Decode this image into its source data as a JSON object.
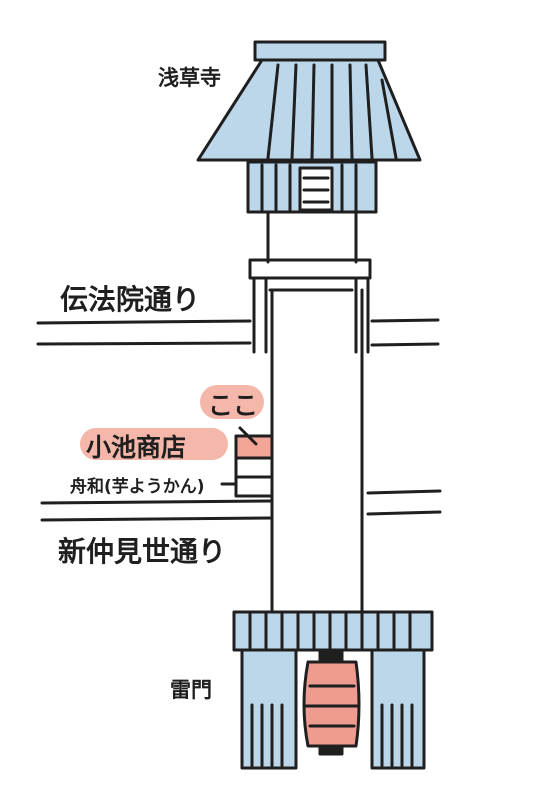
{
  "map": {
    "labels": {
      "temple": "浅草寺",
      "street_top": "伝法院通り",
      "here": "ここ",
      "shop": "小池商店",
      "neighbor_shop": "舟和(芋ようかん)",
      "street_bottom": "新仲見世通り",
      "gate": "雷門"
    },
    "colors": {
      "roof_blue": "#bcd6ea",
      "ink": "#1f1f1f",
      "highlight_pink": "#f4b7a9",
      "shop_fill": "#f3a698",
      "lantern": "#ee9c8f"
    }
  }
}
